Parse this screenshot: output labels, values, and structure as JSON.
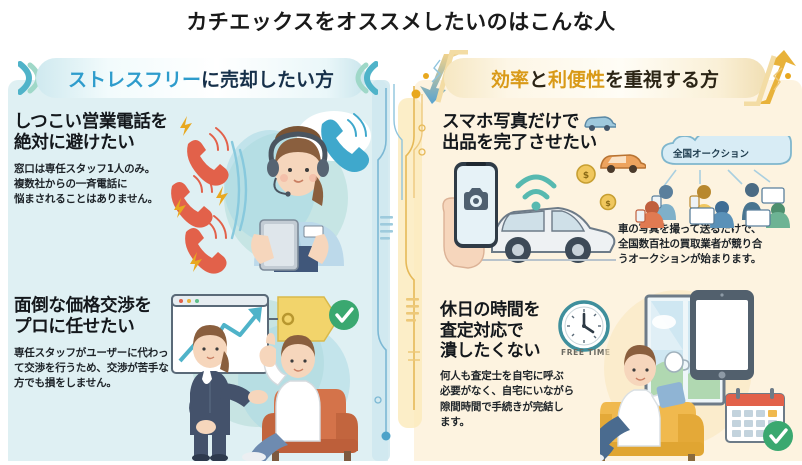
{
  "title": "カチエックスをオススメしたいのはこんな人",
  "colors": {
    "panel_left_bg": "#dff0f3",
    "panel_right_bg": "#fdf3e0",
    "accent_blue": "#2e9ccc",
    "accent_gold": "#d99a18",
    "heading_text": "#14181c",
    "check_green": "#3aa870",
    "phone_red": "#e2614a"
  },
  "left": {
    "header": {
      "accent": "ストレスフリー",
      "rest": "に売却したい方"
    },
    "cards": [
      {
        "heading_lines": [
          "しつこい営業電話を",
          "絶対に避けたい"
        ],
        "body_lines": [
          "窓口は専任スタッフ1人のみ。",
          "複数社からの一斉電話に",
          "悩まされることはありません。"
        ],
        "art": "operator-headset-tablet-illustration"
      },
      {
        "heading_lines": [
          "面倒な価格交渉を",
          "プロに任せたい"
        ],
        "body_lines": [
          "専任スタッフがユーザーに代わっ",
          "て交渉を行うため、交渉が苦手な",
          "方でも損をしません。"
        ],
        "art": "presenter-chart-customer-illustration"
      }
    ]
  },
  "right": {
    "header": {
      "accent1": "効率",
      "mid": "と",
      "accent2": "利便性",
      "rest": "を重視する方"
    },
    "cards": [
      {
        "heading_lines": [
          "スマホ写真だけで",
          "出品を完了させたい"
        ],
        "body_lines": [
          "車の写真を撮って送るだけで、",
          "全国数百社の買取業者が競り合",
          "うオークションが始まります。"
        ],
        "art": "phone-camera-car-auction-illustration",
        "cloud_label": "全国オークション"
      },
      {
        "heading_lines": [
          "休日の時間を",
          "査定対応で",
          "潰したくない"
        ],
        "body_lines": [
          "何人も査定士を自宅に呼ぶ",
          "必要がなく、自宅にいながら",
          "隙間時間で手続きが完結し",
          "ます。"
        ],
        "art": "relaxing-man-clock-tablet-calendar-illustration",
        "clock_label": "FREE TIME"
      }
    ]
  }
}
